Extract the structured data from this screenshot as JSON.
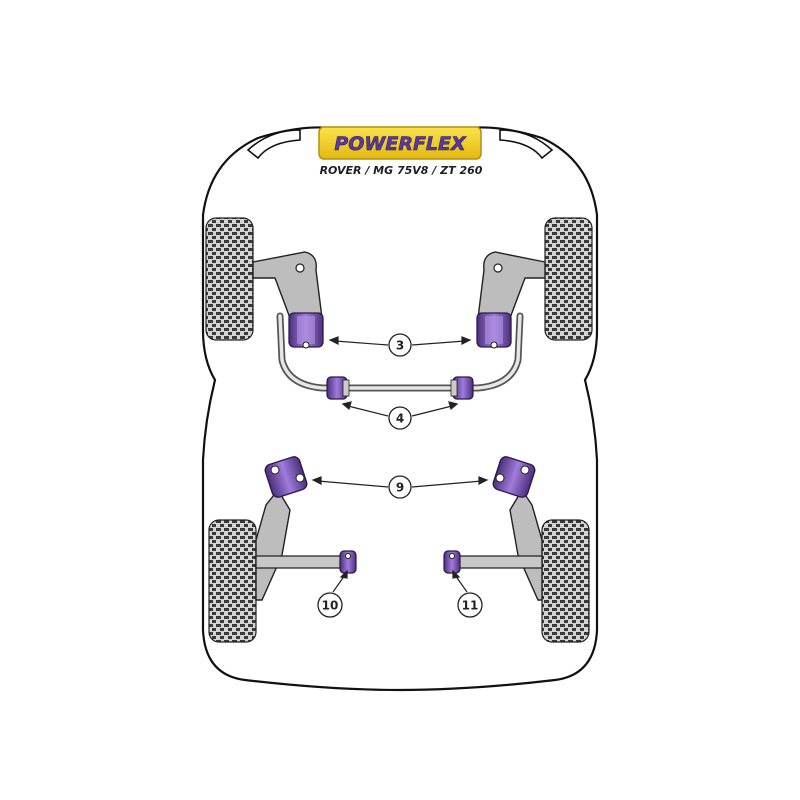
{
  "brand": {
    "logo_text": "POWERFLEX",
    "subtitle": "ROVER / MG 75V8 / ZT 260"
  },
  "callouts": [
    {
      "id": "3",
      "label": "3"
    },
    {
      "id": "4",
      "label": "4"
    },
    {
      "id": "9",
      "label": "9"
    },
    {
      "id": "10",
      "label": "10"
    },
    {
      "id": "11",
      "label": "11"
    }
  ],
  "colors": {
    "body_outline": "#111111",
    "tyre": "#cfcfcf",
    "tyre_tread": "#2b2b2b",
    "arm": "#b9b9b9",
    "bush": "#8a63c9",
    "bush_dark": "#4b2f7a",
    "logo_bg": "#f2d21c",
    "logo_text": "#5b3aa0"
  }
}
